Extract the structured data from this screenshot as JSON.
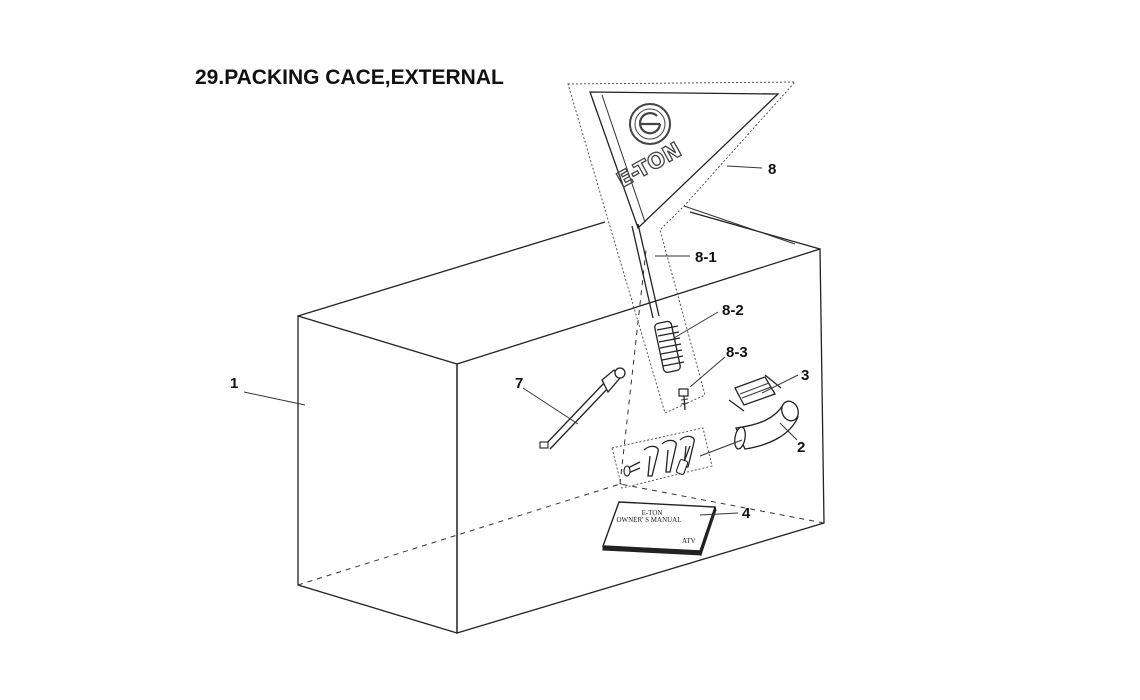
{
  "title": "29.PACKING CACE,EXTERNAL",
  "callouts": {
    "c1": "1",
    "c2": "2",
    "c3": "3",
    "c4": "4",
    "c7": "7",
    "c8": "8",
    "c8_1": "8-1",
    "c8_2": "8-2",
    "c8_3": "8-3"
  },
  "flag_text": "E-TON",
  "manual": {
    "brand": "E-TON",
    "title": "OWNER' S  MANUAL",
    "model": "ATV"
  }
}
